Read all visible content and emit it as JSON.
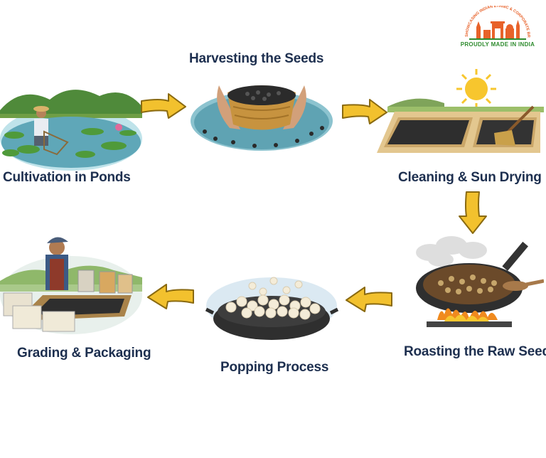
{
  "steps": [
    {
      "label": "Cultivation in Ponds"
    },
    {
      "label": "Harvesting the Seeds"
    },
    {
      "label": "Cleaning & Sun Drying"
    },
    {
      "label": "Roasting the Raw Seeds"
    },
    {
      "label": "Popping Process"
    },
    {
      "label": "Grading & Packaging"
    }
  ],
  "logo": {
    "arc_text": "SHOWCASING INDIAN ETHNIC & CORPORATE BRANDS",
    "tagline": "PROUDLY MADE IN INDIA"
  },
  "colors": {
    "label": "#1d2f4f",
    "arrow": "#f2c12e",
    "arrow_outline": "#8a6a10",
    "logo_orange": "#e8622a",
    "logo_green": "#2e8b2e"
  }
}
